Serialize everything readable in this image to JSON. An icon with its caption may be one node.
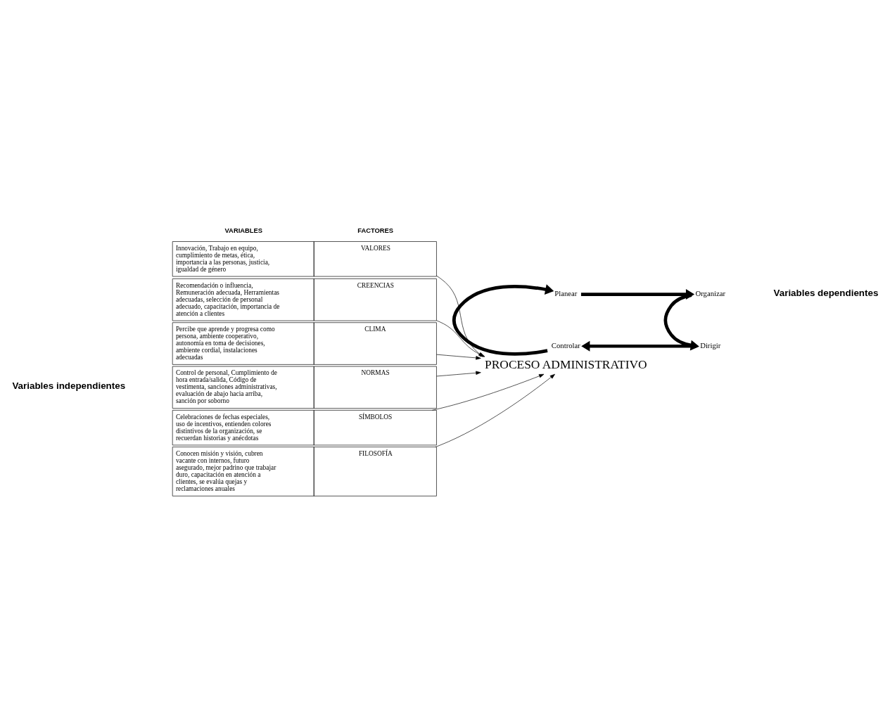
{
  "diagram": {
    "nodes": [
      {
        "text": [
          "Innovación, Trabajo en equipo, cumplimiento de metas, ética, importancia a las personas, justicia, igualdad de género",
          "VALORES"
        ]
      },
      {
        "text": [
          "Recomendación o influencia, Remuneración adecuada, Herramientas adecuadas, selección de personal adecuado, capacitación, importancia de atención a clientes",
          "CREENCIAS"
        ]
      },
      {
        "text": [
          "Percibe que aprende y progresa como persona, ambiente cooperativo, autonomía en toma de decisiones, ambiente cordial, instalaciones adecuadas",
          "CLIMA"
        ]
      },
      {
        "text": [
          "Control de personal, Cumplimiento de hora entrada/salida, Código de vestimenta, sanciones administrativas, evaluación de abajo hacia arriba, sanción por soborno",
          "NORMAS"
        ]
      },
      {
        "text": [
          "Celebraciones de fechas especiales, uso de incentivos, entienden colores distintivos de la organización, se recuerdan historias y anécdotas",
          "SÍMBOLOS"
        ]
      },
      {
        "text": [
          "Conocen misión y visión, cubren vacante con internos, futuro asegurado, mejor padrino que trabajar duro, capacitación en atención a clientes, se evalúa quejas y reclamaciones anuales",
          "FILOSOFÍA"
        ]
      },
      {
        "text": [
          "PROCESO ADMINISTRATIVO"
        ]
      },
      {
        "text": [
          "Planear"
        ]
      },
      {
        "text": [
          "Organizar"
        ]
      },
      {
        "text": [
          "Dirigir"
        ]
      },
      {
        "text": [
          "Controlar"
        ]
      }
    ],
    "edges": [
      {
        "from": 0,
        "to": 6,
        "arrow": "to"
      },
      {
        "from": 1,
        "to": 6,
        "arrow": "to"
      },
      {
        "from": 2,
        "to": 6,
        "arrow": "to"
      },
      {
        "from": 3,
        "to": 6,
        "arrow": "to"
      },
      {
        "from": 4,
        "to": 6,
        "arrow": "to"
      },
      {
        "from": 5,
        "to": 6,
        "arrow": "to"
      },
      {
        "from": 7,
        "to": 8,
        "arrow": "to",
        "style": "thick"
      },
      {
        "from": 8,
        "to": 9,
        "arrow": "to",
        "style": "thick"
      },
      {
        "from": 9,
        "to": 10,
        "arrow": "to",
        "style": "thick"
      },
      {
        "from": 10,
        "to": 7,
        "arrow": "to",
        "style": "thick"
      }
    ],
    "labels": [
      "VARIABLES",
      "FACTORES",
      "Variables independientes",
      "Variables dependientes"
    ]
  }
}
